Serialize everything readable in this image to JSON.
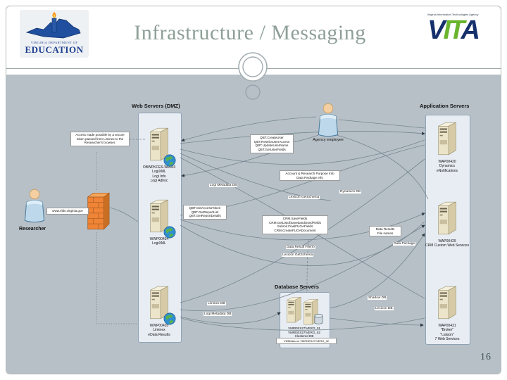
{
  "header": {
    "title": "Infrastructure / Messaging",
    "vdoe": {
      "line1": "VIRGINIA DEPARTMENT OF",
      "line2": "EDUCATION"
    },
    "vita": {
      "tagline": "Virginia Information Technologies Agency",
      "letters": [
        "V",
        "I",
        "T",
        "A"
      ]
    }
  },
  "footer": {
    "page_number": "16"
  },
  "diagram": {
    "groups": {
      "web": {
        "title": "Web Servers (DMZ)",
        "servers": [
          {
            "name": "OBWPKCES-Web03\nLogiXML\nLogi Info\nLogi Adhoc"
          },
          {
            "name": "WWP00434\nLogiXML"
          },
          {
            "name": "WWP00435\nLiminex\neData Results"
          }
        ]
      },
      "app": {
        "title": "Application Servers",
        "servers": [
          {
            "name": "WAP00420\nDynamics\neNotifications"
          },
          {
            "name": "WAP00429\nCRM Custom Web Services"
          },
          {
            "name": "WAP00431\n\"Broker\"\n\"Liaison\"\n7 Web Services"
          }
        ]
      },
      "db": {
        "title": "Database Servers",
        "cluster_name": "VMRDES27\\VERO_01\nVMRDES27\\VERO_02\nClustered DB",
        "footer": "VDBData on VMRDES27\\VERO_02"
      }
    },
    "actors": {
      "researcher": "Researcher",
      "agency_employee": "Agency employee"
    },
    "note": "Access made possible by a secure token passed from Liminex to the Researcher's browser.",
    "url_label": "www.vlds.virginia.gov",
    "labels": {
      "qbt_user_ops": "QBT.CreateUser\nQBT.RestrictUserAccess\nQBT.UpdateUserName\nQBT.GetUserFields",
      "qbt_report_ops": "QBT.GetAccessToken\nQBT.GetReportList\nQBT.GetReportDetails",
      "account_info": "Account & Research Purpose Info\nData Package Info",
      "logi_metadata_db_top": "Logi Metadata DB",
      "lexicon_getschema_top": "Lexicon GetSchema",
      "dynamics_db": "Dynamics DB",
      "crm_ops": "CRM.SaveFields\nCRM.GetListofSavedandUsedFields\nSubmit FinalFUOAFields\nCRM.CreateFUOADocument",
      "data_result_files": "Data Result File(s)",
      "lexicon_getschema_bottom": "Lexicon GetSchema",
      "data_results_filenames": "Data Results\nFile names",
      "data_package": "Data Package",
      "liminex_db": "Liminex DB",
      "logi_metadata_db_bottom": "Logi Metadata DB",
      "shadow_db": "Shadow DB",
      "lexicon_db": "Lexicon DB"
    },
    "colors": {
      "background": "#b7c0c7",
      "group_fill": "#e8edf3",
      "firewall_orange": "#ef8436",
      "title_sage": "#8e9f98",
      "vita_green": "#6ab42e",
      "vita_navy": "#15306b"
    }
  }
}
